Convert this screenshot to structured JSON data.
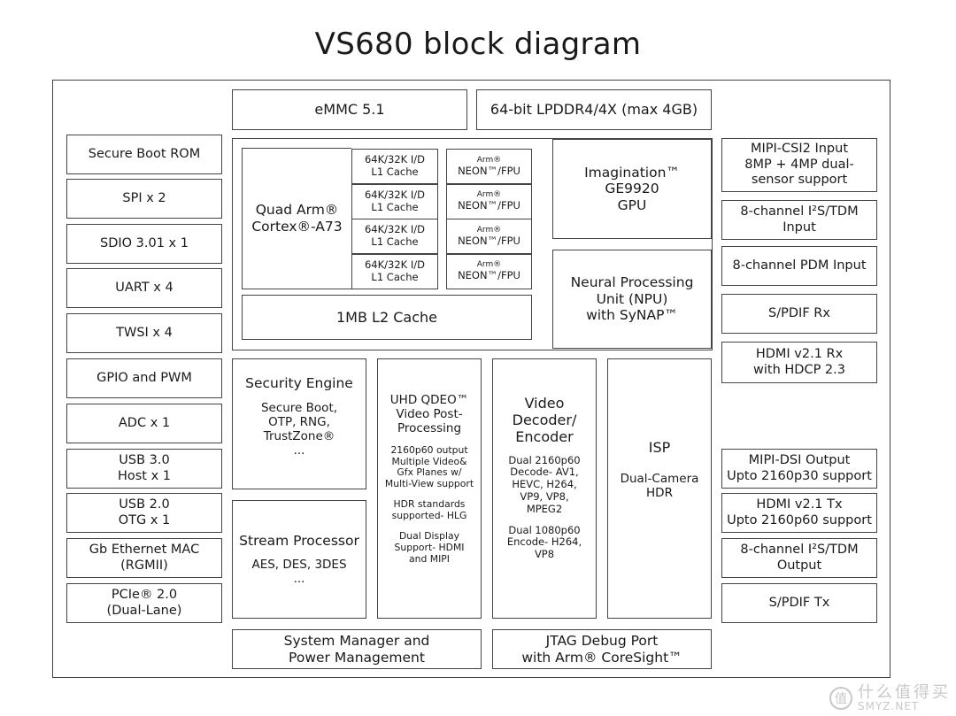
{
  "title": "VS680 block diagram",
  "memory": {
    "emmc": "eMMC 5.1",
    "lpddr": "64-bit LPDDR4/4X (max 4GB)"
  },
  "left": [
    {
      "lines": [
        "Secure Boot ROM"
      ]
    },
    {
      "lines": [
        "SPI x 2"
      ]
    },
    {
      "lines": [
        "SDIO 3.01 x 1"
      ]
    },
    {
      "lines": [
        "UART x 4"
      ]
    },
    {
      "lines": [
        "TWSI x 4"
      ]
    },
    {
      "lines": [
        "GPIO and PWM"
      ]
    },
    {
      "lines": [
        "ADC x 1"
      ]
    },
    {
      "lines": [
        "USB 3.0",
        "Host x 1"
      ]
    },
    {
      "lines": [
        "USB 2.0",
        "OTG x 1"
      ]
    },
    {
      "lines": [
        "Gb Ethernet MAC",
        "(RGMII)"
      ]
    },
    {
      "lines": [
        "PCIe® 2.0",
        "(Dual-Lane)"
      ]
    }
  ],
  "right": [
    {
      "lines": [
        "MIPI-CSI2 Input",
        "8MP + 4MP dual-",
        "sensor support"
      ]
    },
    {
      "lines": [
        "8-channel I²S/TDM",
        "Input"
      ]
    },
    {
      "lines": [
        "8-channel PDM Input"
      ]
    },
    {
      "lines": [
        "S/PDIF Rx"
      ]
    },
    {
      "lines": [
        "HDMI v2.1 Rx",
        "with HDCP 2.3"
      ]
    },
    {
      "lines": [
        "MIPI-DSI Output",
        "Upto 2160p30 support"
      ]
    },
    {
      "lines": [
        "HDMI v2.1 Tx",
        "Upto 2160p60 support"
      ]
    },
    {
      "lines": [
        "8-channel I²S/TDM",
        "Output"
      ]
    },
    {
      "lines": [
        "S/PDIF Tx"
      ]
    }
  ],
  "cpu": {
    "core_lines": [
      "Quad Arm®",
      "Cortex®-A73"
    ],
    "cache_lines": [
      "64K/32K I/D",
      "L1 Cache"
    ],
    "neon_lines": [
      "Arm®",
      "NEON™/FPU"
    ],
    "l2": "1MB L2 Cache"
  },
  "gpu": {
    "lines": [
      "Imagination™",
      "GE9920",
      "GPU"
    ]
  },
  "npu": {
    "lines": [
      "Neural Processing",
      "Unit (NPU)",
      "with SyNAP™"
    ]
  },
  "security": {
    "title": "Security Engine",
    "lines": [
      "Secure Boot,",
      "OTP, RNG,",
      "TrustZone®",
      "..."
    ]
  },
  "stream": {
    "title": "Stream Processor",
    "lines": [
      "AES, DES, 3DES",
      "..."
    ]
  },
  "qdeo": {
    "title_lines": [
      "UHD QDEO™",
      "Video Post-",
      "Processing"
    ],
    "block1": [
      "2160p60 output",
      "Multiple Video&",
      "Gfx Planes w/",
      "Multi-View support"
    ],
    "block2": [
      "HDR standards",
      "supported- HLG"
    ],
    "block3": [
      "Dual Display",
      "Support- HDMI",
      "and MIPI"
    ]
  },
  "video": {
    "title_lines": [
      "Video",
      "Decoder/",
      "Encoder"
    ],
    "block1": [
      "Dual 2160p60",
      "Decode- AV1,",
      "HEVC, H264,",
      "VP9, VP8,",
      "MPEG2"
    ],
    "block2": [
      "Dual 1080p60",
      "Encode- H264,",
      "VP8"
    ]
  },
  "isp": {
    "title": "ISP",
    "lines": [
      "Dual-Camera",
      "HDR"
    ]
  },
  "bottom": {
    "sysmgr": [
      "System Manager and",
      "Power Management"
    ],
    "jtag": [
      "JTAG Debug Port",
      "with Arm® CoreSight™"
    ]
  },
  "watermark": {
    "top": "什么值得买",
    "bottom": "SMYZ.NET",
    "icon": "值"
  }
}
